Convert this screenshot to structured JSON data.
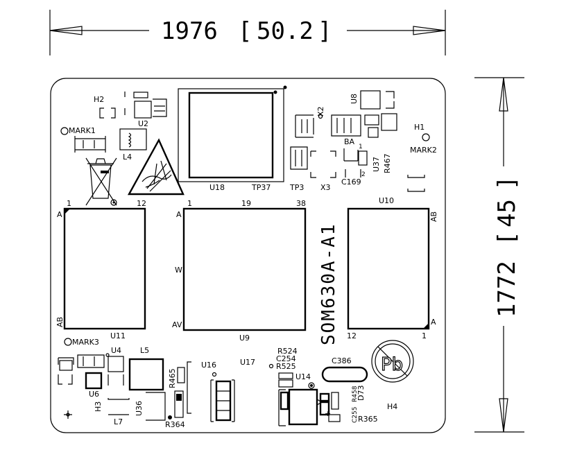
{
  "drawing": {
    "width_dimension": {
      "mils": "1976",
      "mm": "50.2"
    },
    "height_dimension": {
      "mils": "1772",
      "mm": "45"
    },
    "module_name": "SOM630A-A1"
  },
  "refs": {
    "h2": "H2",
    "u2": "U2",
    "mark1": "MARK1",
    "l4": "L4",
    "u18": "U18",
    "tp37": "TP37",
    "tp3": "TP3",
    "x2": "X2",
    "x3": "X3",
    "u8": "U8",
    "ba": "BA",
    "u37": "U37",
    "r467": "R467",
    "c169": "C169",
    "h1": "H1",
    "mark2": "MARK2",
    "u10": "U10",
    "u11": "U11",
    "u9": "U9",
    "mark3": "MARK3",
    "u4": "U4",
    "l5": "L5",
    "u6": "U6",
    "h3": "H3",
    "l7": "L7",
    "u36": "U36",
    "r465": "R465",
    "r364": "R364",
    "u16": "U16",
    "u17": "U17",
    "r524": "R524",
    "c254": "C254",
    "r525": "R525",
    "u14": "U14",
    "c386": "C386",
    "r458": "R458",
    "d73": "D73",
    "c255": "C255",
    "r365": "R365",
    "h4": "H4",
    "pb": "Pb",
    "plus": "+"
  },
  "pins": {
    "u11_pin1": "1",
    "u11_pin12": "12",
    "u11_rowA": "A",
    "u11_rowAB": "AB",
    "u9_pin1": "1",
    "u9_pin19": "19",
    "u9_pin38": "38",
    "u9_rowA": "A",
    "u9_rowW": "W",
    "u9_rowAV": "AV",
    "u10_rowAB": "AB",
    "u10_rowA": "A",
    "u10_pin12": "12",
    "u10_pin1": "1",
    "ba_pin1": "1",
    "ba_pin2": "2"
  },
  "icons": [
    "weee-bin-icon",
    "esd-warning-icon",
    "lead-free-icon"
  ]
}
